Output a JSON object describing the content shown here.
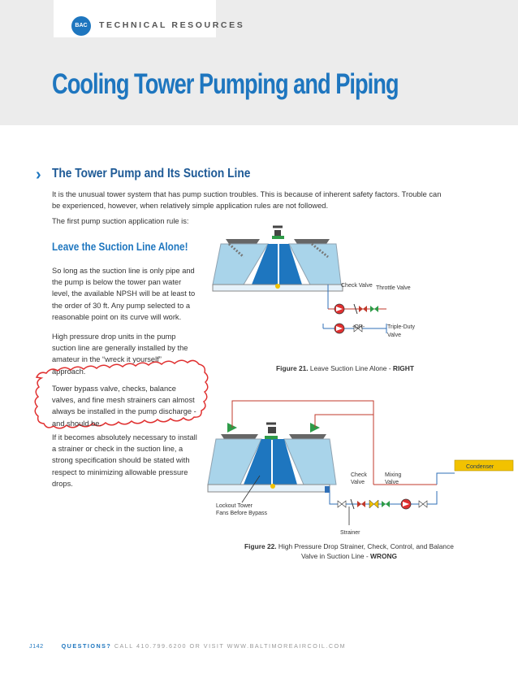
{
  "header": {
    "logo_text": "BAC",
    "section_label": "TECHNICAL RESOURCES",
    "title": "Cooling Tower Pumping and Piping"
  },
  "section": {
    "heading": "The Tower Pump and Its Suction Line",
    "intro": "It is the unusual tower system that has pump suction troubles. This is because of inherent safety factors. Trouble can be experienced, however, when relatively simple application rules are not followed.",
    "rule_intro": "The first pump suction application rule is:",
    "subheading": "Leave the Suction Line Alone!",
    "para1": "So long as the suction line is only pipe and the pump is below the tower pan water level, the available NPSH will be at least to the order of 30 ft. Any pump selected to a reasonable point on its curve will work.",
    "para2": "High pressure drop units in the pump suction line are generally installed by the amateur in the “wreck it yourself” approach.",
    "callout": "Tower bypass valve, checks, balance valves, and fine mesh strainers can almost always be installed in the pump discharge - and should be.",
    "para3": "If it becomes absolutely necessary to install a strainer or check in the suction line, a strong specification should be stated with respect to minimizing allowable pressure drops."
  },
  "figure21": {
    "caption_prefix": "Figure 21.",
    "caption_text": " Leave Suction Line Alone - ",
    "caption_emph": "RIGHT",
    "labels": {
      "check_valve": "Check Valve",
      "throttle_valve": "Throttle Valve",
      "or": "-OR-",
      "triple_duty_1": "Triple-Duty",
      "triple_duty_2": "Valve"
    }
  },
  "figure22": {
    "caption_prefix": "Figure 22.",
    "caption_line1": " High Pressure Drop Strainer, Check, Control, and Balance",
    "caption_line2": "Valve in Suction Line - ",
    "caption_emph": "WRONG",
    "labels": {
      "condenser": "Condenser",
      "check_1": "Check",
      "check_2": "Valve",
      "mixing_1": "Mixing",
      "mixing_2": "Valve",
      "lockout_1": "Lockout Tower",
      "lockout_2": "Fans Before Bypass",
      "strainer": "Strainer"
    }
  },
  "footer": {
    "page": "J142",
    "questions": "QUESTIONS?",
    "contact": " CALL 410.799.6200 OR VISIT WWW.BALTIMOREAIRCOIL.COM"
  },
  "colors": {
    "brand_blue": "#1e76bf",
    "pipe_red": "#c0392b",
    "pipe_blue": "#2f6fb7",
    "valve_green": "#2e9b48",
    "valve_yellow": "#f2c200",
    "callout_red": "#e03030"
  }
}
